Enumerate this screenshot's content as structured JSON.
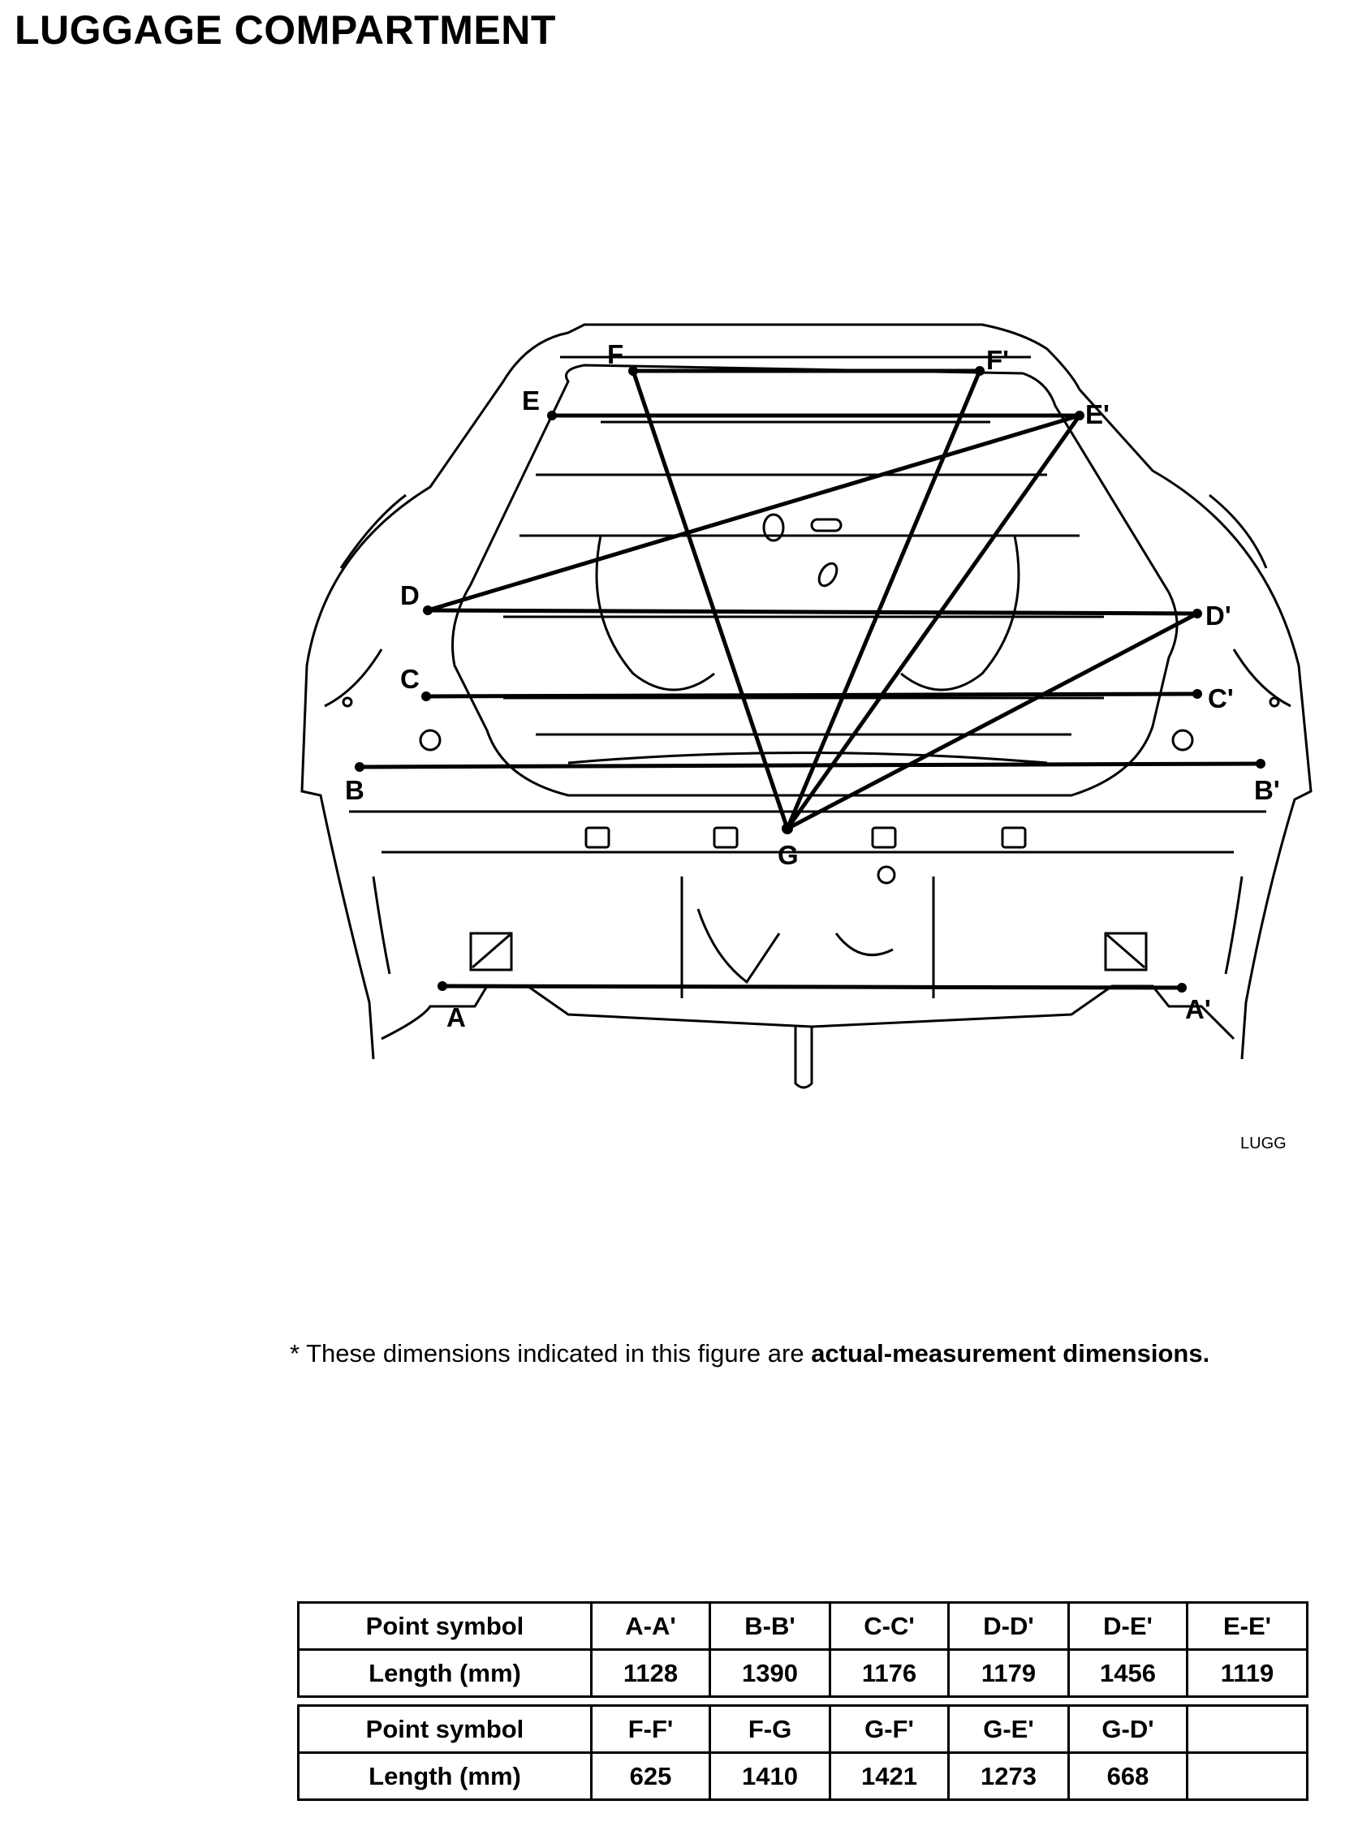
{
  "title": "LUGGAGE COMPARTMENT",
  "figure_code": "LUGG",
  "note": {
    "prefix": "* These dimensions indicated in this figure are ",
    "emphasis": "actual-measurement dimensions."
  },
  "points": {
    "A": "A",
    "A_prime": "A'",
    "B": "B",
    "B_prime": "B'",
    "C": "C",
    "C_prime": "C'",
    "D": "D",
    "D_prime": "D'",
    "E": "E",
    "E_prime": "E'",
    "F": "F",
    "F_prime": "F'",
    "G": "G"
  },
  "tables": [
    {
      "header_label": "Point symbol",
      "value_label": "Length (mm)",
      "columns": [
        "A-A'",
        "B-B'",
        "C-C'",
        "D-D'",
        "D-E'",
        "E-E'"
      ],
      "values": [
        "1128",
        "1390",
        "1176",
        "1179",
        "1456",
        "1119"
      ]
    },
    {
      "header_label": "Point symbol",
      "value_label": "Length (mm)",
      "columns": [
        "F-F'",
        "F-G",
        "G-F'",
        "G-E'",
        "G-D'",
        ""
      ],
      "values": [
        "625",
        "1410",
        "1421",
        "1273",
        "668",
        ""
      ]
    }
  ]
}
